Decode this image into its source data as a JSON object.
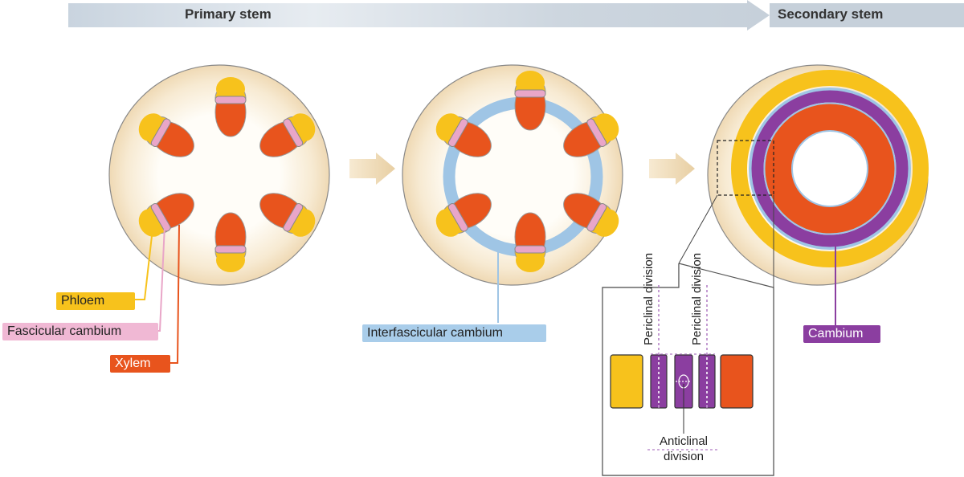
{
  "header": {
    "left_label": "Primary stem",
    "right_label": "Secondary stem"
  },
  "labels": {
    "phloem": "Phloem",
    "fascicular_cambium": "Fascicular cambium",
    "xylem": "Xylem",
    "interfascicular_cambium": "Interfascicular cambium",
    "cambium": "Cambium"
  },
  "inset": {
    "periclinal_1": "Periclinal division",
    "periclinal_2": "Periclinal division",
    "anticlinal_line1": "Anticlinal",
    "anticlinal_line2": "division"
  },
  "colors": {
    "phloem": "#f7c21c",
    "xylem": "#e8541d",
    "fascicular_cambium": "#e9a6c8",
    "interfascicular_cambium": "#9fc5e5",
    "cambium": "#8b3ea0",
    "stem_fill": "#f3e2c4"
  }
}
